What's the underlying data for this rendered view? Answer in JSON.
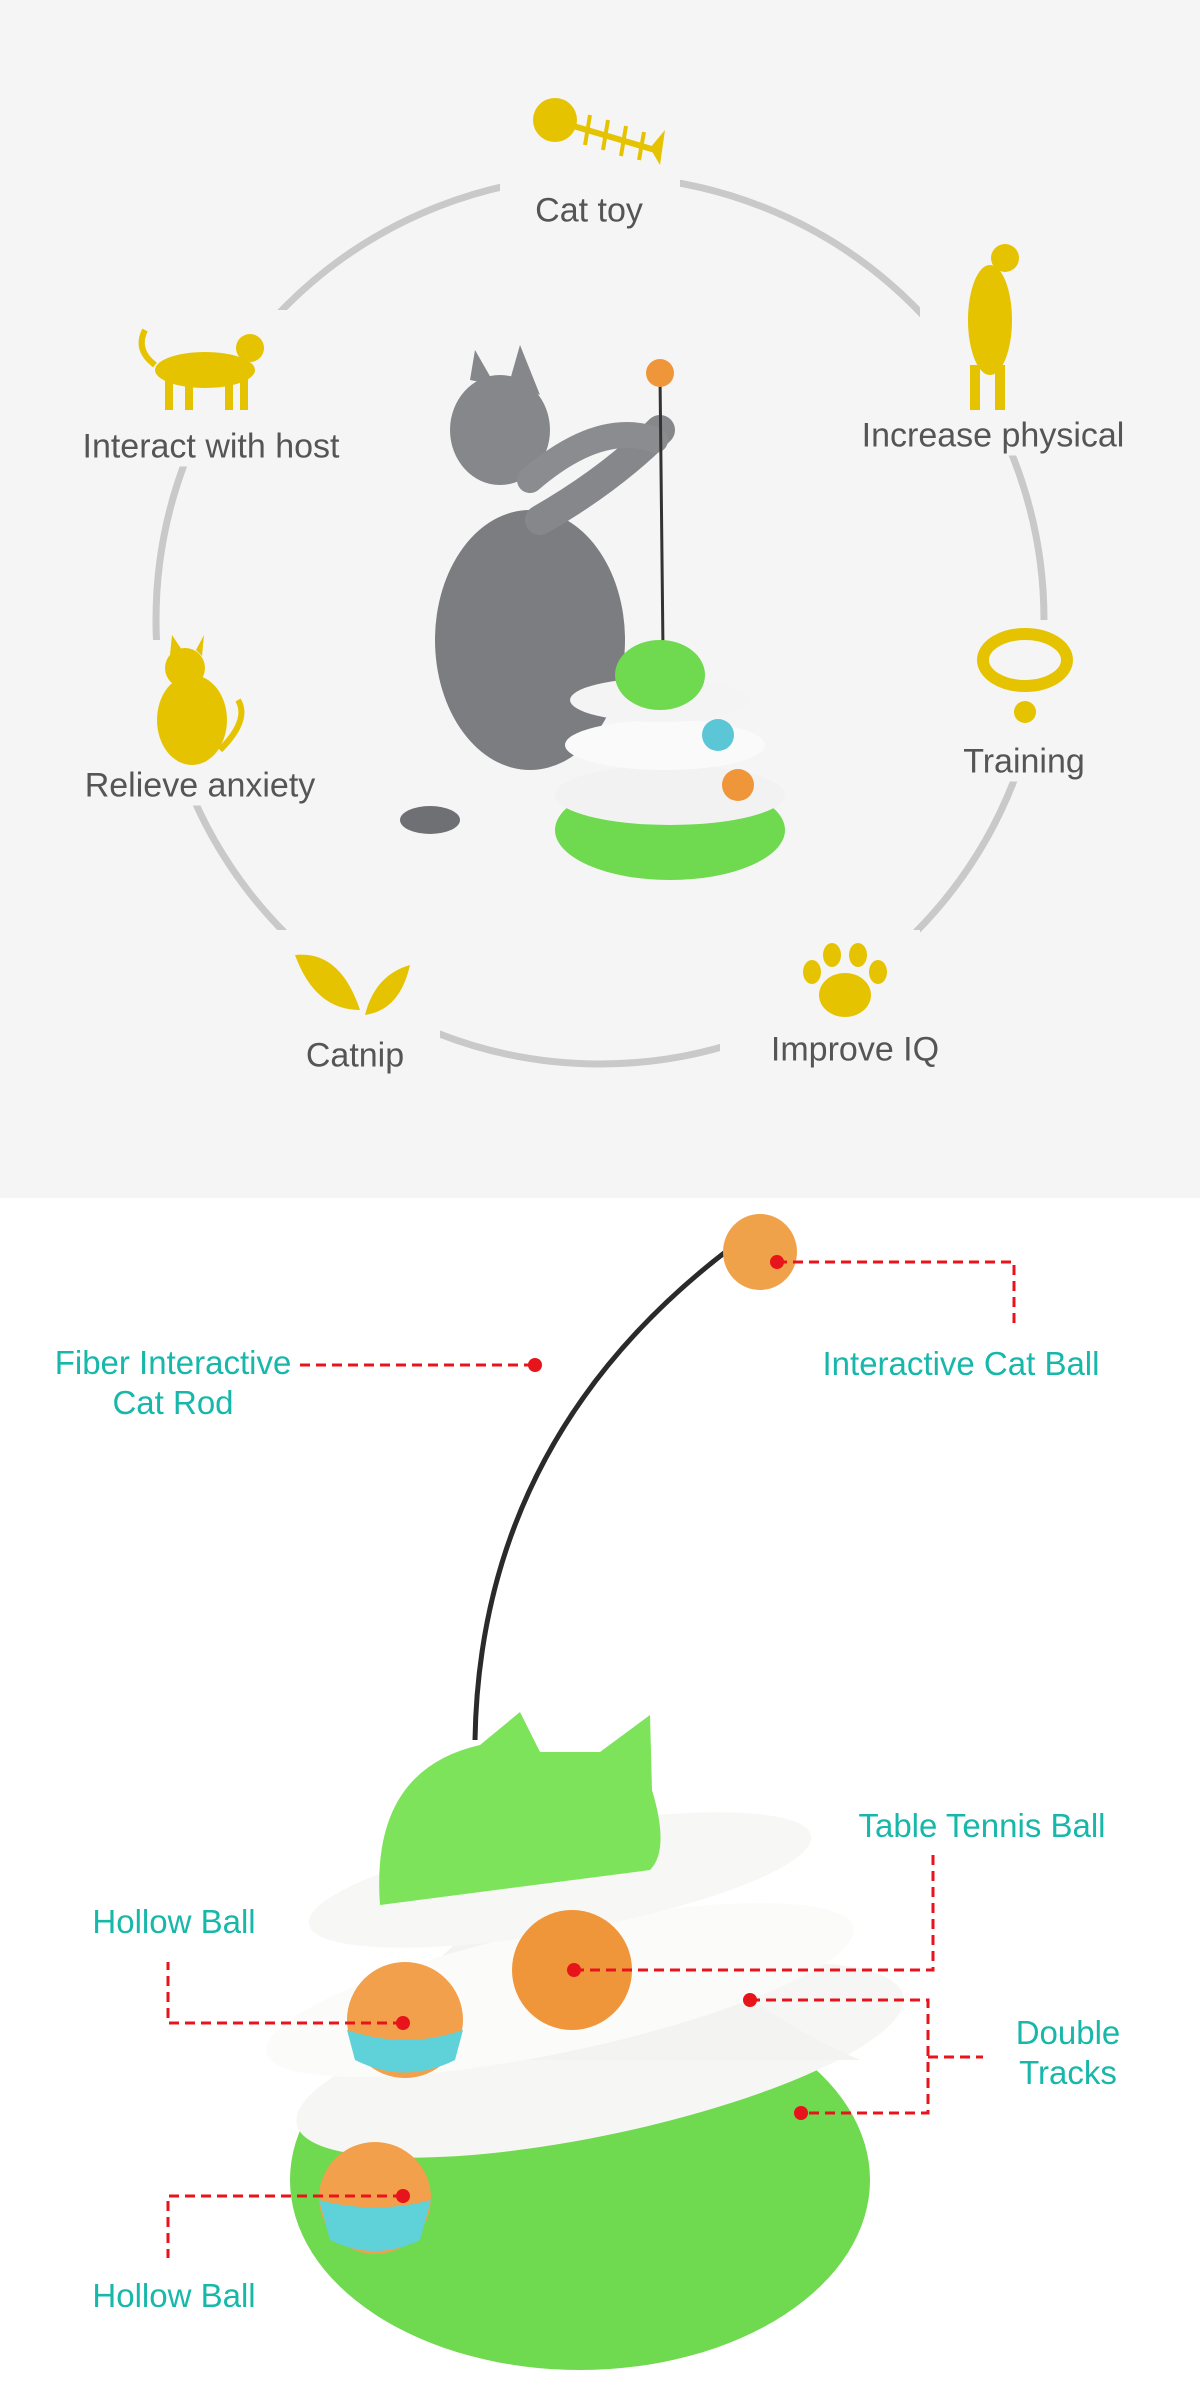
{
  "colors": {
    "icon": "#e6c300",
    "ring": "#c9c9c9",
    "feature_text": "#555555",
    "callout_text": "#17b8aa",
    "callout_line": "#e8141b",
    "toy_green": "#6fd94f",
    "ball_orange": "#f0963a"
  },
  "features": [
    {
      "label": "Cat toy",
      "icon": "fishbone-icon"
    },
    {
      "label": "Increase physical",
      "icon": "standing-cat-icon"
    },
    {
      "label": "Training",
      "icon": "collar-icon"
    },
    {
      "label": "Improve IQ",
      "icon": "paw-icon"
    },
    {
      "label": "Catnip",
      "icon": "leaf-icon"
    },
    {
      "label": "Relieve anxiety",
      "icon": "sitting-cat-icon"
    },
    {
      "label": "Interact with host",
      "icon": "walking-cat-icon"
    }
  ],
  "callouts": {
    "rod_line1": "Fiber Interactive",
    "rod_line2": "Cat Rod",
    "cat_ball": "Interactive Cat Ball",
    "tennis_ball": "Table Tennis Ball",
    "hollow_ball_top": "Hollow Ball",
    "tracks_line1": "Double",
    "tracks_line2": "Tracks",
    "hollow_ball_bottom": "Hollow Ball"
  }
}
